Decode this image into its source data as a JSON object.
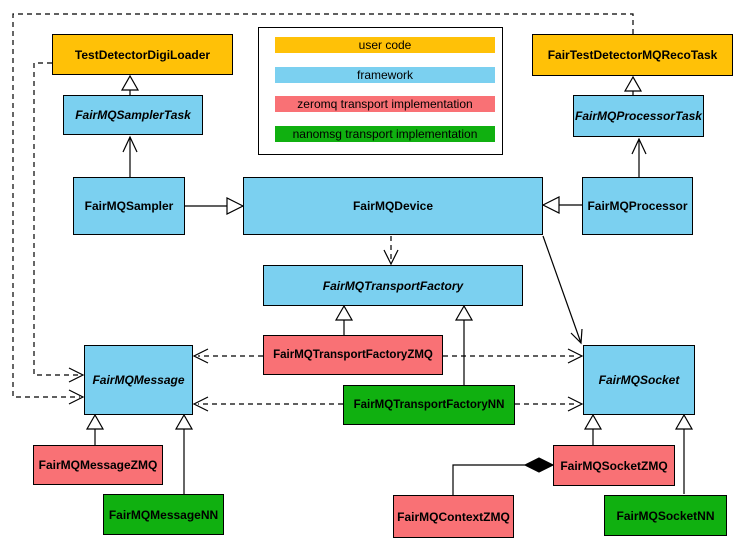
{
  "legend": {
    "items": [
      {
        "label": "user code",
        "color": "#FFC107"
      },
      {
        "label": "framework",
        "color": "#7BD0F0"
      },
      {
        "label": "zeromq transport implementation",
        "color": "#F97175"
      },
      {
        "label": "nanomsg transport implementation",
        "color": "#10B010"
      }
    ]
  },
  "nodes": {
    "digi_loader": {
      "label": "TestDetectorDigiLoader",
      "category": "user code"
    },
    "reco_task": {
      "label": "FairTestDetectorMQRecoTask",
      "category": "user code"
    },
    "sampler_task": {
      "label": "FairMQSamplerTask",
      "category": "framework",
      "abstract": true
    },
    "processor_task": {
      "label": "FairMQProcessorTask",
      "category": "framework",
      "abstract": true
    },
    "sampler": {
      "label": "FairMQSampler",
      "category": "framework"
    },
    "device": {
      "label": "FairMQDevice",
      "category": "framework"
    },
    "processor": {
      "label": "FairMQProcessor",
      "category": "framework"
    },
    "transport_factory": {
      "label": "FairMQTransportFactory",
      "category": "framework",
      "abstract": true
    },
    "transport_factory_zmq": {
      "label": "FairMQTransportFactoryZMQ",
      "category": "zeromq"
    },
    "transport_factory_nn": {
      "label": "FairMQTransportFactoryNN",
      "category": "nanomsg"
    },
    "message": {
      "label": "FairMQMessage",
      "category": "framework",
      "abstract": true
    },
    "socket": {
      "label": "FairMQSocket",
      "category": "framework",
      "abstract": true
    },
    "message_zmq": {
      "label": "FairMQMessageZMQ",
      "category": "zeromq"
    },
    "message_nn": {
      "label": "FairMQMessageNN",
      "category": "nanomsg"
    },
    "socket_zmq": {
      "label": "FairMQSocketZMQ",
      "category": "zeromq"
    },
    "socket_nn": {
      "label": "FairMQSocketNN",
      "category": "nanomsg"
    },
    "context_zmq": {
      "label": "FairMQContextZMQ",
      "category": "zeromq"
    }
  },
  "edges": [
    {
      "source": "FairMQSamplerTask",
      "target": "TestDetectorDigiLoader",
      "style": "solid-hollow-triangle"
    },
    {
      "source": "FairMQProcessorTask",
      "target": "FairTestDetectorMQRecoTask",
      "style": "solid-hollow-triangle"
    },
    {
      "source": "FairMQSampler",
      "target": "FairMQDevice",
      "style": "solid-hollow-triangle"
    },
    {
      "source": "FairMQProcessor",
      "target": "FairMQDevice",
      "style": "solid-hollow-triangle"
    },
    {
      "source": "FairMQSampler",
      "target": "FairMQSamplerTask",
      "style": "solid-open-arrow"
    },
    {
      "source": "FairMQProcessor",
      "target": "FairMQProcessorTask",
      "style": "solid-open-arrow"
    },
    {
      "source": "FairMQDevice",
      "target": "FairMQSocket",
      "style": "solid-open-arrow"
    },
    {
      "source": "FairMQDevice",
      "target": "FairMQTransportFactory",
      "style": "dashed-open-arrow"
    },
    {
      "source": "FairMQTransportFactoryZMQ",
      "target": "FairMQTransportFactory",
      "style": "solid-hollow-triangle"
    },
    {
      "source": "FairMQTransportFactoryNN",
      "target": "FairMQTransportFactory",
      "style": "solid-hollow-triangle"
    },
    {
      "source": "FairMQTransportFactoryZMQ",
      "target": "FairMQMessage",
      "style": "dashed-open-arrow"
    },
    {
      "source": "FairMQTransportFactoryZMQ",
      "target": "FairMQSocket",
      "style": "dashed-open-arrow"
    },
    {
      "source": "FairMQTransportFactoryNN",
      "target": "FairMQMessage",
      "style": "dashed-open-arrow"
    },
    {
      "source": "FairMQTransportFactoryNN",
      "target": "FairMQSocket",
      "style": "dashed-open-arrow"
    },
    {
      "source": "FairMQMessageZMQ",
      "target": "FairMQMessage",
      "style": "solid-hollow-triangle"
    },
    {
      "source": "FairMQMessageNN",
      "target": "FairMQMessage",
      "style": "solid-hollow-triangle"
    },
    {
      "source": "FairMQSocketZMQ",
      "target": "FairMQSocket",
      "style": "solid-hollow-triangle"
    },
    {
      "source": "FairMQSocketNN",
      "target": "FairMQSocket",
      "style": "solid-hollow-triangle"
    },
    {
      "source": "TestDetectorDigiLoader",
      "target": "FairMQMessage",
      "style": "dashed-open-arrow"
    },
    {
      "source": "FairTestDetectorMQRecoTask",
      "target": "FairMQMessage",
      "style": "dashed-open-arrow"
    },
    {
      "source": "FairMQContextZMQ",
      "target": "FairMQSocketZMQ",
      "style": "solid-filled-diamond"
    }
  ],
  "colors": {
    "user_code": "#FFC107",
    "framework": "#7BD0F0",
    "zeromq": "#F97175",
    "nanomsg": "#10B010",
    "line": "#000000",
    "background": "#FFFFFF"
  }
}
